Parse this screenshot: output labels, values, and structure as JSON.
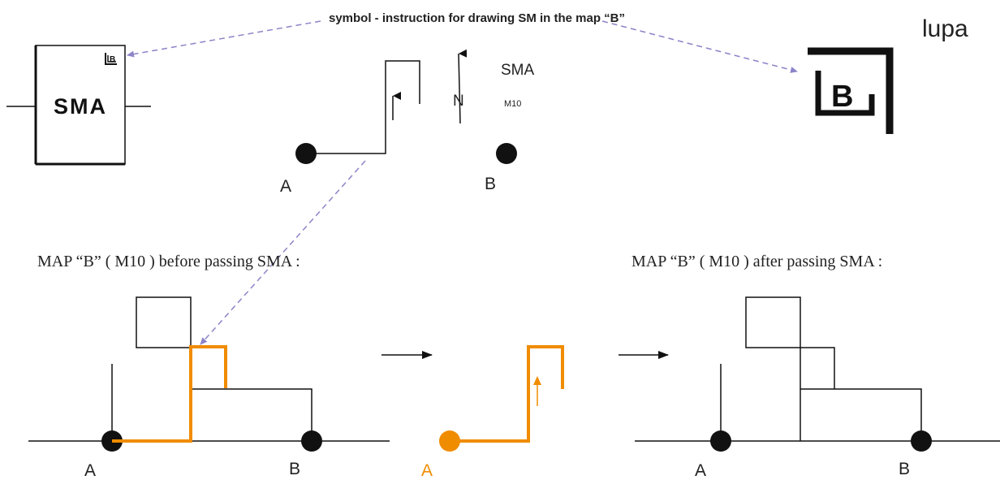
{
  "header": {
    "symbol_note": "symbol - instruction for drawing SM in the map “B”",
    "lupa": "lupa"
  },
  "symbol_box": {
    "label": "SMA",
    "badge": "B"
  },
  "magnified_badge": {
    "letter": "B"
  },
  "instruction": {
    "title": "SMA",
    "map_ref": "M10",
    "north": "N",
    "node_a": "A",
    "node_b": "B"
  },
  "map_before": {
    "caption": "MAP “B” ( M10 ) before passing SMA :",
    "node_a": "A",
    "node_b": "B"
  },
  "map_middle": {
    "node_a": "A"
  },
  "map_after": {
    "caption": "MAP “B” ( M10 ) after passing SMA :",
    "node_a": "A",
    "node_b": "B"
  },
  "colors": {
    "accent": "#f08c00",
    "line": "#111111",
    "dashed": "#8c84c8"
  }
}
